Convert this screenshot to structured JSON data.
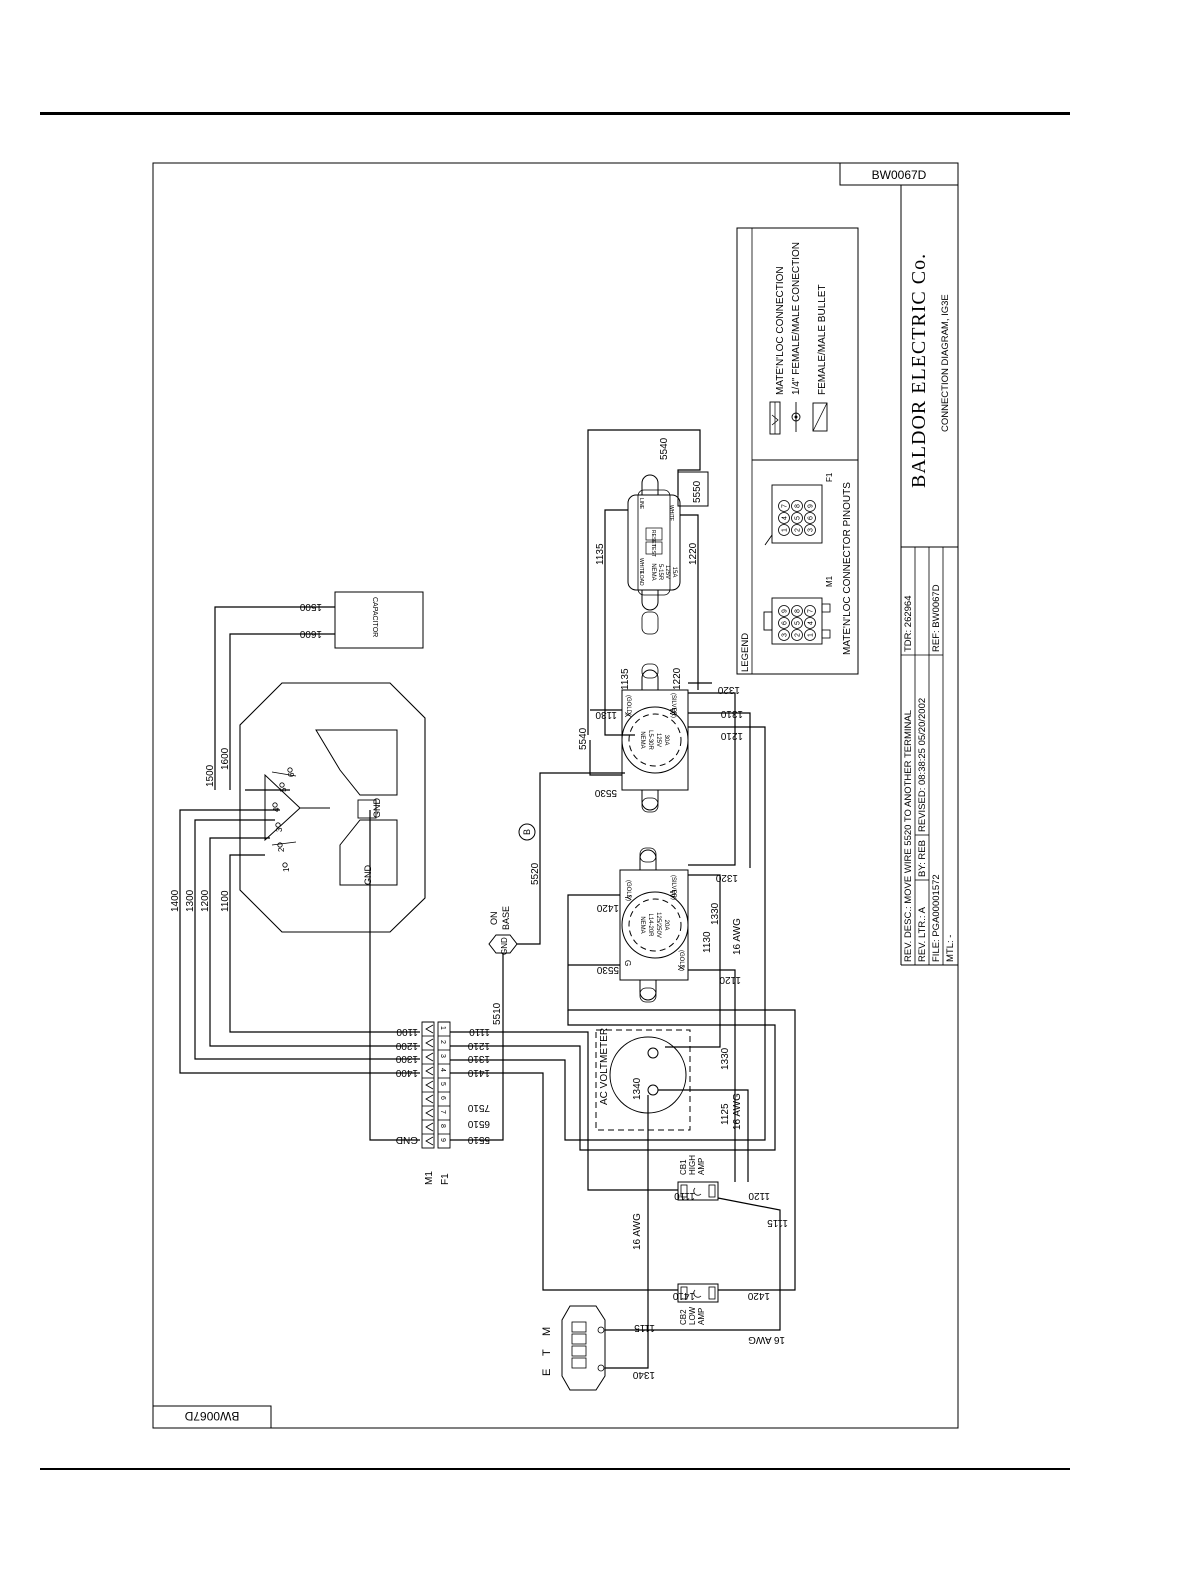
{
  "drawing_number": "BW0067D",
  "title_block": {
    "company": "BALDOR ELECTRIC Co.",
    "description": "CONNECTION DIAGRAM, IG3E",
    "rev_desc": "REV. DESC.: MOVE WIRE 5520 TO ANOTHER TERMINAL",
    "rev_ltr": "REV. LTR.: A",
    "by": "BY: REB",
    "revised": "REVISED: 08:38:25 05/20/2002",
    "tdr": "TDR: 262964",
    "file": "FILE: PGA00001572",
    "ref": "REF: BW0067D",
    "mtl": "MTL: -"
  },
  "legend": {
    "title": "LEGEND",
    "items": [
      "MATE'N'LOC CONNECTION",
      "1/4\" FEMALE/MALE CONECTION",
      "FEMALE/MALE BULLET"
    ],
    "pinouts_title": "MATE'N'LOC CONNECTOR PINOUTS",
    "m1": "M1",
    "f1": "F1",
    "m1_pins": [
      "3",
      "2",
      "1",
      "6",
      "5",
      "4",
      "9",
      "8",
      "7"
    ],
    "f1_pins": [
      "1",
      "2",
      "3",
      "4",
      "5",
      "6",
      "7",
      "8",
      "9"
    ]
  },
  "components": {
    "capacitor": "CAPACITOR",
    "gnd": "GND",
    "on_base": "ON BASE",
    "b_marker": "B",
    "ac_voltmeter": "AC VOLTMETER",
    "cb1": "CB1 HIGH AMP",
    "cb2": "CB2 LOW AMP",
    "etm": [
      "E",
      "T",
      "M"
    ],
    "connector_m1": "M1",
    "connector_f1": "F1",
    "rotor_pins": [
      "1",
      "2",
      "3",
      "4",
      "5",
      "6"
    ]
  },
  "receptacles": {
    "l14": [
      "NEMA",
      "L14-20R",
      "125/250V",
      "20A"
    ],
    "l5": [
      "NEMA",
      "L5-30R",
      "125V",
      "30A"
    ],
    "gfci": [
      "NEMA",
      "5-15R",
      "125V",
      "15A"
    ],
    "gfci_buttons": [
      "TEST",
      "RESET"
    ],
    "gfci_marks": [
      "LINE",
      "LOAD",
      "WHITE",
      "WHITE"
    ],
    "gold": "(GOLD)",
    "silver": "(SILVER)",
    "x": "X",
    "y": "Y",
    "w": "W",
    "g": "G"
  },
  "terminal_block": {
    "left": [
      "1100",
      "1200",
      "1300",
      "1400",
      "GND"
    ],
    "right": [
      "1110",
      "1210",
      "1310",
      "1410",
      "7510",
      "6510",
      "5510"
    ],
    "positions": [
      "1",
      "2",
      "3",
      "4",
      "5",
      "6",
      "7",
      "8",
      "9"
    ]
  },
  "wires": {
    "rotor_left": [
      "1400",
      "1300",
      "1200",
      "1100"
    ],
    "cap": [
      "1500",
      "1600"
    ],
    "w5510": "5510",
    "w5520": "5520",
    "w5530a": "5530",
    "w5530b": "5530",
    "w5540a": "5540",
    "w5540b": "5540",
    "w5550": "5550",
    "w1135a": "1135",
    "w1135b": "1135",
    "w1220a": "1220",
    "w1220b": "1220",
    "w1130a": "1130",
    "w1130b": "1130",
    "w1320a": "1320",
    "w1320b": "1320",
    "w1310": "1310",
    "w1210": "1210",
    "w1420a": "1420",
    "w1420b": "1420",
    "w1330a": "1330",
    "w1330b": "1330",
    "w1120a": "1120",
    "w1120b": "1120",
    "w1125": "1125",
    "w1340a": "1340",
    "w1340b": "1340",
    "w1110": "1110",
    "w1115a": "1115",
    "w1115b": "1115",
    "w1410": "1410",
    "awg1": "16 AWG",
    "awg2": "16 AWG",
    "awg3": "16 AWG",
    "awg4": "16 AWG"
  }
}
